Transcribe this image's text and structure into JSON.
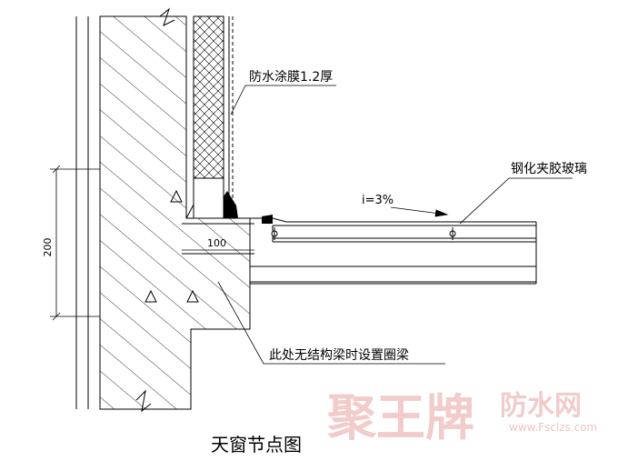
{
  "title": "天窗节点图",
  "annotations": {
    "waterproof": "防水涂膜1.2厚",
    "glass": "钢化夹胶玻璃",
    "slope": "i=3%",
    "beam_note": "此处无结构梁时设置圈梁"
  },
  "dimensions": {
    "height": "200",
    "width": "100"
  },
  "watermark": {
    "brand": "聚王牌",
    "site": "防水网",
    "url": "www.Fsclzs.com"
  },
  "colors": {
    "line": "#000000",
    "watermark": "#e8a0a0"
  }
}
